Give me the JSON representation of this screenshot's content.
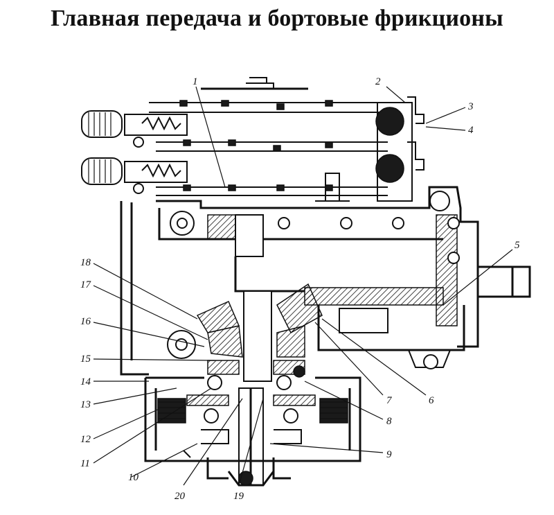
{
  "title": "Главная передача и бортовые фрикционы",
  "callouts": [
    "1",
    "2",
    "3",
    "4",
    "5",
    "6",
    "7",
    "8",
    "9",
    "10",
    "11",
    "12",
    "13",
    "14",
    "15",
    "16",
    "17",
    "18",
    "19",
    "20"
  ]
}
